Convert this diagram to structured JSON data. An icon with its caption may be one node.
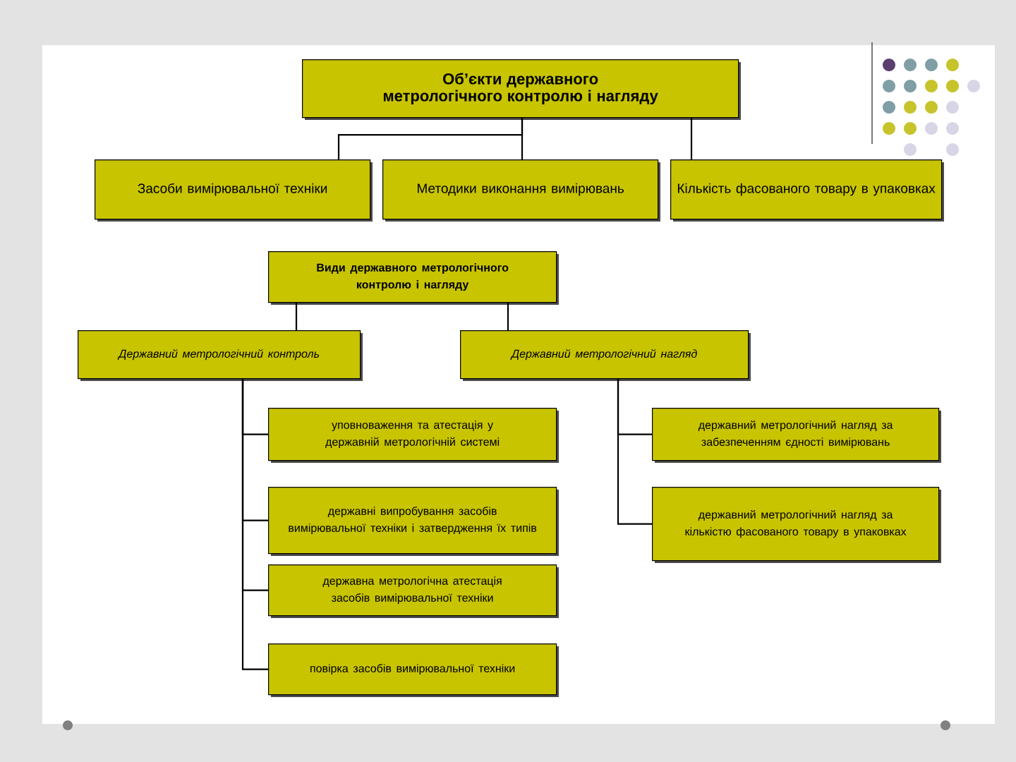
{
  "diagram": {
    "nodes": [
      {
        "text": [
          "Об’єкти державного метрологічного контролю і нагляду"
        ]
      },
      {
        "text": [
          "Засоби вимірювальної техніки"
        ]
      },
      {
        "text": [
          "Методики виконання вимірювань"
        ]
      },
      {
        "text": [
          "Кількість фасованого товару в упаковках"
        ]
      },
      {
        "text": [
          "Види державного метрологічного контролю і нагляду"
        ]
      },
      {
        "text": [
          "Державний метрологічний контроль"
        ]
      },
      {
        "text": [
          "Державний метрологічний нагляд"
        ]
      },
      {
        "text": [
          "уповноваження та атестація у державній метрологічній системі"
        ]
      },
      {
        "text": [
          "державні випробування засобів вимірювальної техніки і затвердження їх типів"
        ]
      },
      {
        "text": [
          "державна метрологічна атестація засобів вимірювальної техніки"
        ]
      },
      {
        "text": [
          "повірка засобів вимірювальної техніки"
        ]
      },
      {
        "text": [
          "державний метрологічний нагляд за забезпеченням єдності вимірювань"
        ]
      },
      {
        "text": [
          "державний метрологічний нагляд за кількістю фасованого товару в упаковках"
        ]
      }
    ],
    "edges": [
      {
        "from": 0,
        "to": 1,
        "arrow": "none"
      },
      {
        "from": 0,
        "to": 2,
        "arrow": "none"
      },
      {
        "from": 0,
        "to": 3,
        "arrow": "none"
      },
      {
        "from": 4,
        "to": 5,
        "arrow": "none"
      },
      {
        "from": 4,
        "to": 6,
        "arrow": "none"
      },
      {
        "from": 5,
        "to": 7,
        "arrow": "none"
      },
      {
        "from": 5,
        "to": 8,
        "arrow": "none"
      },
      {
        "from": 5,
        "to": 9,
        "arrow": "none"
      },
      {
        "from": 5,
        "to": 10,
        "arrow": "none"
      },
      {
        "from": 6,
        "to": 11,
        "arrow": "none"
      },
      {
        "from": 6,
        "to": 12,
        "arrow": "none"
      }
    ]
  }
}
